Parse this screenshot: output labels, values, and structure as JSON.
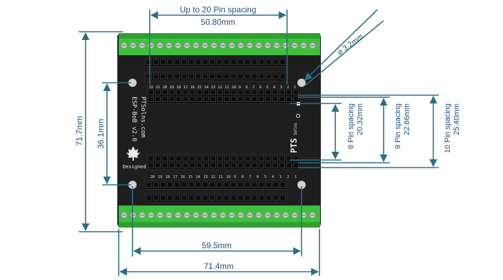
{
  "board": {
    "silkscreen_vertical": "PTSolns.com",
    "silkscreen_model": "ESP-BoB v2.0",
    "silkscreen_designed": "Designed",
    "brand_logo": "PTS",
    "brand_sub": "Solns",
    "top_row_numbers": [
      "22",
      "21",
      "20",
      "19",
      "18",
      "17",
      "16",
      "15",
      "14",
      "13",
      "12",
      "11",
      "10",
      "9",
      "8",
      "7",
      "6",
      "5",
      "4",
      "3",
      "2",
      "1"
    ],
    "bottom_row_numbers": [
      "20",
      "19",
      "18",
      "17",
      "16",
      "15",
      "14",
      "13",
      "12",
      "11",
      "10",
      "9",
      "8",
      "7",
      "6",
      "5",
      "4",
      "3",
      "2",
      "1"
    ]
  },
  "dimensions": {
    "top_spacing_label": "Up to 20 Pin spacing",
    "top_spacing_value": "50.80mm",
    "hole_dia": "⌀ 3.2mm",
    "height_total": "71.7mm",
    "height_inner": "36.1mm",
    "width_inner": "59.5mm",
    "width_total": "71.4mm",
    "spacing_8_label": "8 Pin spacing",
    "spacing_8_value": "20.32mm",
    "spacing_9_label": "9 Pin spacing",
    "spacing_9_value": "22.86mm",
    "spacing_10_label": "10 Pin spacing",
    "spacing_10_value": "25.40mm"
  },
  "colors": {
    "pcb": "#1e1e1e",
    "terminal_green": "#3fbf3f",
    "dimension_line": "#2a6f86",
    "dimension_text": "#1f4e79"
  }
}
